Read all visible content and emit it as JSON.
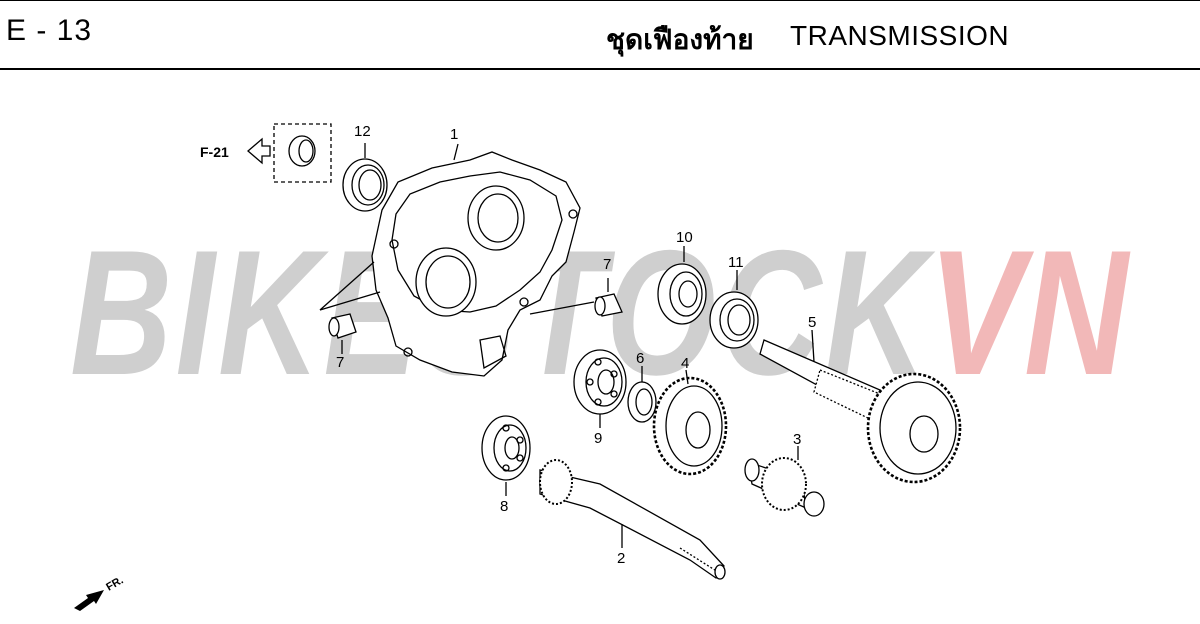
{
  "header": {
    "page_code": "E - 13",
    "title_thai": "ชุดเฟืองท้าย",
    "title_en": "TRANSMISSION"
  },
  "watermark": {
    "text_dark": "BIKESTOCK",
    "text_accent": "VN",
    "color_dark": "#cfcfcf",
    "color_accent": "#f2b8b8"
  },
  "reference": {
    "label": "F-21"
  },
  "direction": {
    "label": "FR."
  },
  "callouts": [
    "1",
    "2",
    "3",
    "4",
    "5",
    "6",
    "7",
    "7",
    "8",
    "9",
    "10",
    "11",
    "12"
  ]
}
